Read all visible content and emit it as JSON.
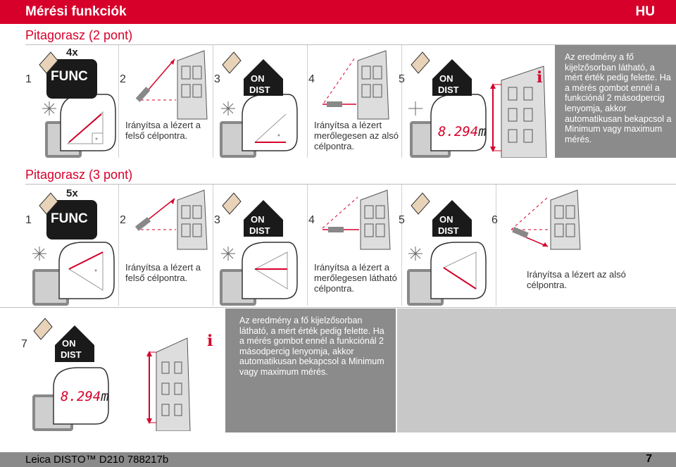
{
  "header": {
    "title": "Mérési funkciók",
    "lang": "HU"
  },
  "sections": {
    "two_point": {
      "title": "Pitagorasz (2 pont)"
    },
    "three_point": {
      "title": "Pitagorasz (3 pont)"
    }
  },
  "keys": {
    "func": "FUNC",
    "on": "ON",
    "dist": "DIST",
    "press4": "4x",
    "press5": "5x"
  },
  "display_value": "8.294",
  "display_unit": "m",
  "two_point_steps": [
    {
      "num": "1",
      "caption": ""
    },
    {
      "num": "2",
      "caption": "Irányítsa a lézert a felső célpontra."
    },
    {
      "num": "3",
      "caption": ""
    },
    {
      "num": "4",
      "caption": "Irányítsa a lézert merőlegesen az alsó célpontra."
    },
    {
      "num": "5",
      "caption": ""
    }
  ],
  "two_point_info": "Az eredmény a fő kijelzősorban látható, a mért érték pedig felette. Ha a mérés gombot ennél a funkciónál 2 másodpercig lenyomja, akkor automatikusan bekapcsol a Minimum vagy maximum mérés.",
  "three_point_steps": [
    {
      "num": "1",
      "caption": ""
    },
    {
      "num": "2",
      "caption": "Irányítsa a lézert a felső célpontra."
    },
    {
      "num": "3",
      "caption": ""
    },
    {
      "num": "4",
      "caption": "Irányítsa a lézert a merőlegesen látható célpontra."
    },
    {
      "num": "5",
      "caption": ""
    },
    {
      "num": "6",
      "caption": "Irányítsa a lézert az alsó célpontra."
    },
    {
      "num": "7",
      "caption": ""
    }
  ],
  "three_point_info": "Az eredmény a fő kijelzősorban látható, a mért érték pedig felette. Ha a mérés gombot ennél a funkciónál 2 másodpercig lenyomja, akkor automatikusan bekapcsol a Minimum vagy maximum mérés.",
  "footer": {
    "product": "Leica DISTO™ D210 788217b",
    "page": "7"
  },
  "colors": {
    "accent": "#d6002a",
    "info_bg": "#8b8b8b",
    "footer_bg": "#8a8a8a"
  }
}
